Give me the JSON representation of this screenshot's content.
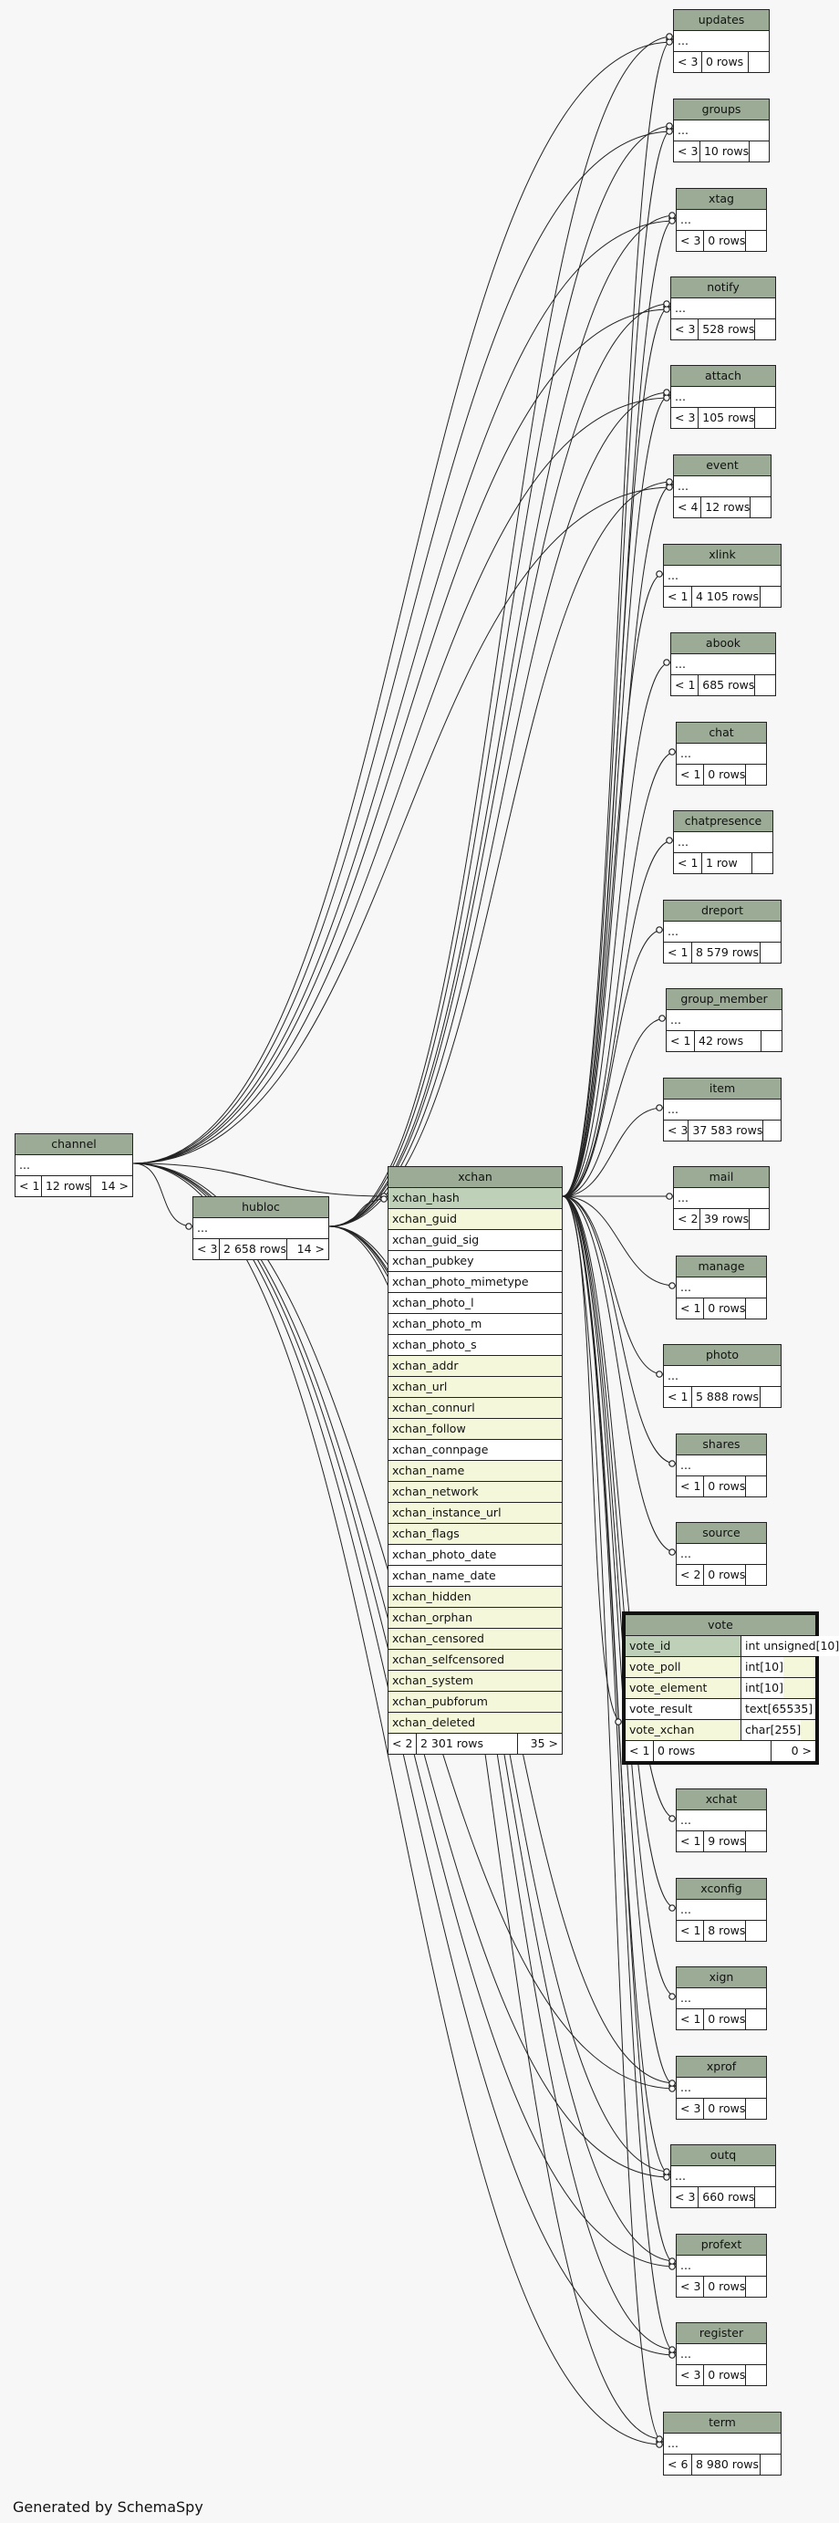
{
  "footer_text": "Generated by SchemaSpy",
  "channel": {
    "name": "channel",
    "ellipsis": "...",
    "foot": [
      "< 1",
      "12 rows",
      "14 >"
    ]
  },
  "hubloc": {
    "name": "hubloc",
    "ellipsis": "...",
    "foot": [
      "< 3",
      "2 658 rows",
      "14 >"
    ]
  },
  "xchan": {
    "name": "xchan",
    "columns": [
      {
        "name": "xchan_hash",
        "kind": "pk"
      },
      {
        "name": "xchan_guid",
        "kind": "fk"
      },
      {
        "name": "xchan_guid_sig",
        "kind": "plain"
      },
      {
        "name": "xchan_pubkey",
        "kind": "plain"
      },
      {
        "name": "xchan_photo_mimetype",
        "kind": "plain"
      },
      {
        "name": "xchan_photo_l",
        "kind": "plain"
      },
      {
        "name": "xchan_photo_m",
        "kind": "plain"
      },
      {
        "name": "xchan_photo_s",
        "kind": "plain"
      },
      {
        "name": "xchan_addr",
        "kind": "fk"
      },
      {
        "name": "xchan_url",
        "kind": "fk"
      },
      {
        "name": "xchan_connurl",
        "kind": "fk"
      },
      {
        "name": "xchan_follow",
        "kind": "fk"
      },
      {
        "name": "xchan_connpage",
        "kind": "plain"
      },
      {
        "name": "xchan_name",
        "kind": "fk"
      },
      {
        "name": "xchan_network",
        "kind": "fk"
      },
      {
        "name": "xchan_instance_url",
        "kind": "fk"
      },
      {
        "name": "xchan_flags",
        "kind": "fk"
      },
      {
        "name": "xchan_photo_date",
        "kind": "plain"
      },
      {
        "name": "xchan_name_date",
        "kind": "plain"
      },
      {
        "name": "xchan_hidden",
        "kind": "fk"
      },
      {
        "name": "xchan_orphan",
        "kind": "fk"
      },
      {
        "name": "xchan_censored",
        "kind": "fk"
      },
      {
        "name": "xchan_selfcensored",
        "kind": "fk"
      },
      {
        "name": "xchan_system",
        "kind": "fk"
      },
      {
        "name": "xchan_pubforum",
        "kind": "fk"
      },
      {
        "name": "xchan_deleted",
        "kind": "fk"
      }
    ],
    "foot": [
      "< 2",
      "2 301 rows",
      "35 >"
    ]
  },
  "vote": {
    "name": "vote",
    "columns": [
      {
        "name": "vote_id",
        "type": "int unsigned[10]",
        "kind": "pk"
      },
      {
        "name": "vote_poll",
        "type": "int[10]",
        "kind": "fk"
      },
      {
        "name": "vote_element",
        "type": "int[10]",
        "kind": "fk"
      },
      {
        "name": "vote_result",
        "type": "text[65535]",
        "kind": "plain"
      },
      {
        "name": "vote_xchan",
        "type": "char[255]",
        "kind": "fk"
      }
    ],
    "foot": [
      "< 1",
      "0 rows",
      "0 >"
    ]
  },
  "right_tables": [
    {
      "id": "updates",
      "name": "updates",
      "foot": [
        "< 3",
        "0 rows"
      ]
    },
    {
      "id": "groups",
      "name": "groups",
      "foot": [
        "< 3",
        "10 rows"
      ]
    },
    {
      "id": "xtag",
      "name": "xtag",
      "foot": [
        "< 3",
        "0 rows"
      ]
    },
    {
      "id": "notify",
      "name": "notify",
      "foot": [
        "< 3",
        "528 rows"
      ]
    },
    {
      "id": "attach",
      "name": "attach",
      "foot": [
        "< 3",
        "105 rows"
      ]
    },
    {
      "id": "event",
      "name": "event",
      "foot": [
        "< 4",
        "12 rows"
      ]
    },
    {
      "id": "xlink",
      "name": "xlink",
      "foot": [
        "< 1",
        "4 105 rows"
      ]
    },
    {
      "id": "abook",
      "name": "abook",
      "foot": [
        "< 1",
        "685 rows"
      ]
    },
    {
      "id": "chat",
      "name": "chat",
      "foot": [
        "< 1",
        "0 rows"
      ]
    },
    {
      "id": "chatpresence",
      "name": "chatpresence",
      "foot": [
        "< 1",
        "1 row"
      ]
    },
    {
      "id": "dreport",
      "name": "dreport",
      "foot": [
        "< 1",
        "8 579 rows"
      ]
    },
    {
      "id": "group_member",
      "name": "group_member",
      "foot": [
        "< 1",
        "42 rows"
      ]
    },
    {
      "id": "item",
      "name": "item",
      "foot": [
        "< 3",
        "37 583 rows"
      ]
    },
    {
      "id": "mail",
      "name": "mail",
      "foot": [
        "< 2",
        "39 rows"
      ]
    },
    {
      "id": "manage",
      "name": "manage",
      "foot": [
        "< 1",
        "0 rows"
      ]
    },
    {
      "id": "photo",
      "name": "photo",
      "foot": [
        "< 1",
        "5 888 rows"
      ]
    },
    {
      "id": "shares",
      "name": "shares",
      "foot": [
        "< 1",
        "0 rows"
      ]
    },
    {
      "id": "source",
      "name": "source",
      "foot": [
        "< 2",
        "0 rows"
      ]
    },
    {
      "id": "xchat",
      "name": "xchat",
      "foot": [
        "< 1",
        "9 rows"
      ]
    },
    {
      "id": "xconfig",
      "name": "xconfig",
      "foot": [
        "< 1",
        "8 rows"
      ]
    },
    {
      "id": "xign",
      "name": "xign",
      "foot": [
        "< 1",
        "0 rows"
      ]
    },
    {
      "id": "xprof",
      "name": "xprof",
      "foot": [
        "< 3",
        "0 rows"
      ]
    },
    {
      "id": "outq",
      "name": "outq",
      "foot": [
        "< 3",
        "660 rows"
      ]
    },
    {
      "id": "profext",
      "name": "profext",
      "foot": [
        "< 3",
        "0 rows"
      ]
    },
    {
      "id": "register",
      "name": "register",
      "foot": [
        "< 3",
        "0 rows"
      ]
    },
    {
      "id": "term",
      "name": "term",
      "foot": [
        "< 6",
        "8 980 rows"
      ]
    }
  ],
  "ellipsis": "..."
}
